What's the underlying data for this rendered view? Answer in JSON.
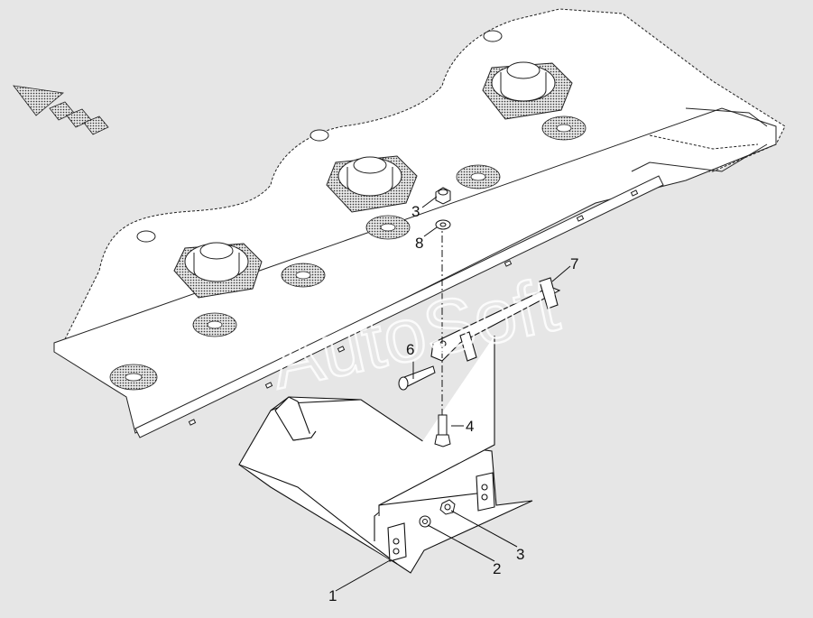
{
  "watermark": "AutoSoft",
  "callouts": [
    {
      "id": "c1",
      "label": "1"
    },
    {
      "id": "c2",
      "label": "2"
    },
    {
      "id": "c3a",
      "label": "3"
    },
    {
      "id": "c3b",
      "label": "3"
    },
    {
      "id": "c4",
      "label": "4"
    },
    {
      "id": "c6",
      "label": "6"
    },
    {
      "id": "c7",
      "label": "7"
    },
    {
      "id": "c8",
      "label": "8"
    }
  ],
  "colors": {
    "background": "#e6e6e6",
    "line": "#111111",
    "part_fill": "#ffffff"
  },
  "icons": {
    "direction": "direction-arrow-icon"
  }
}
